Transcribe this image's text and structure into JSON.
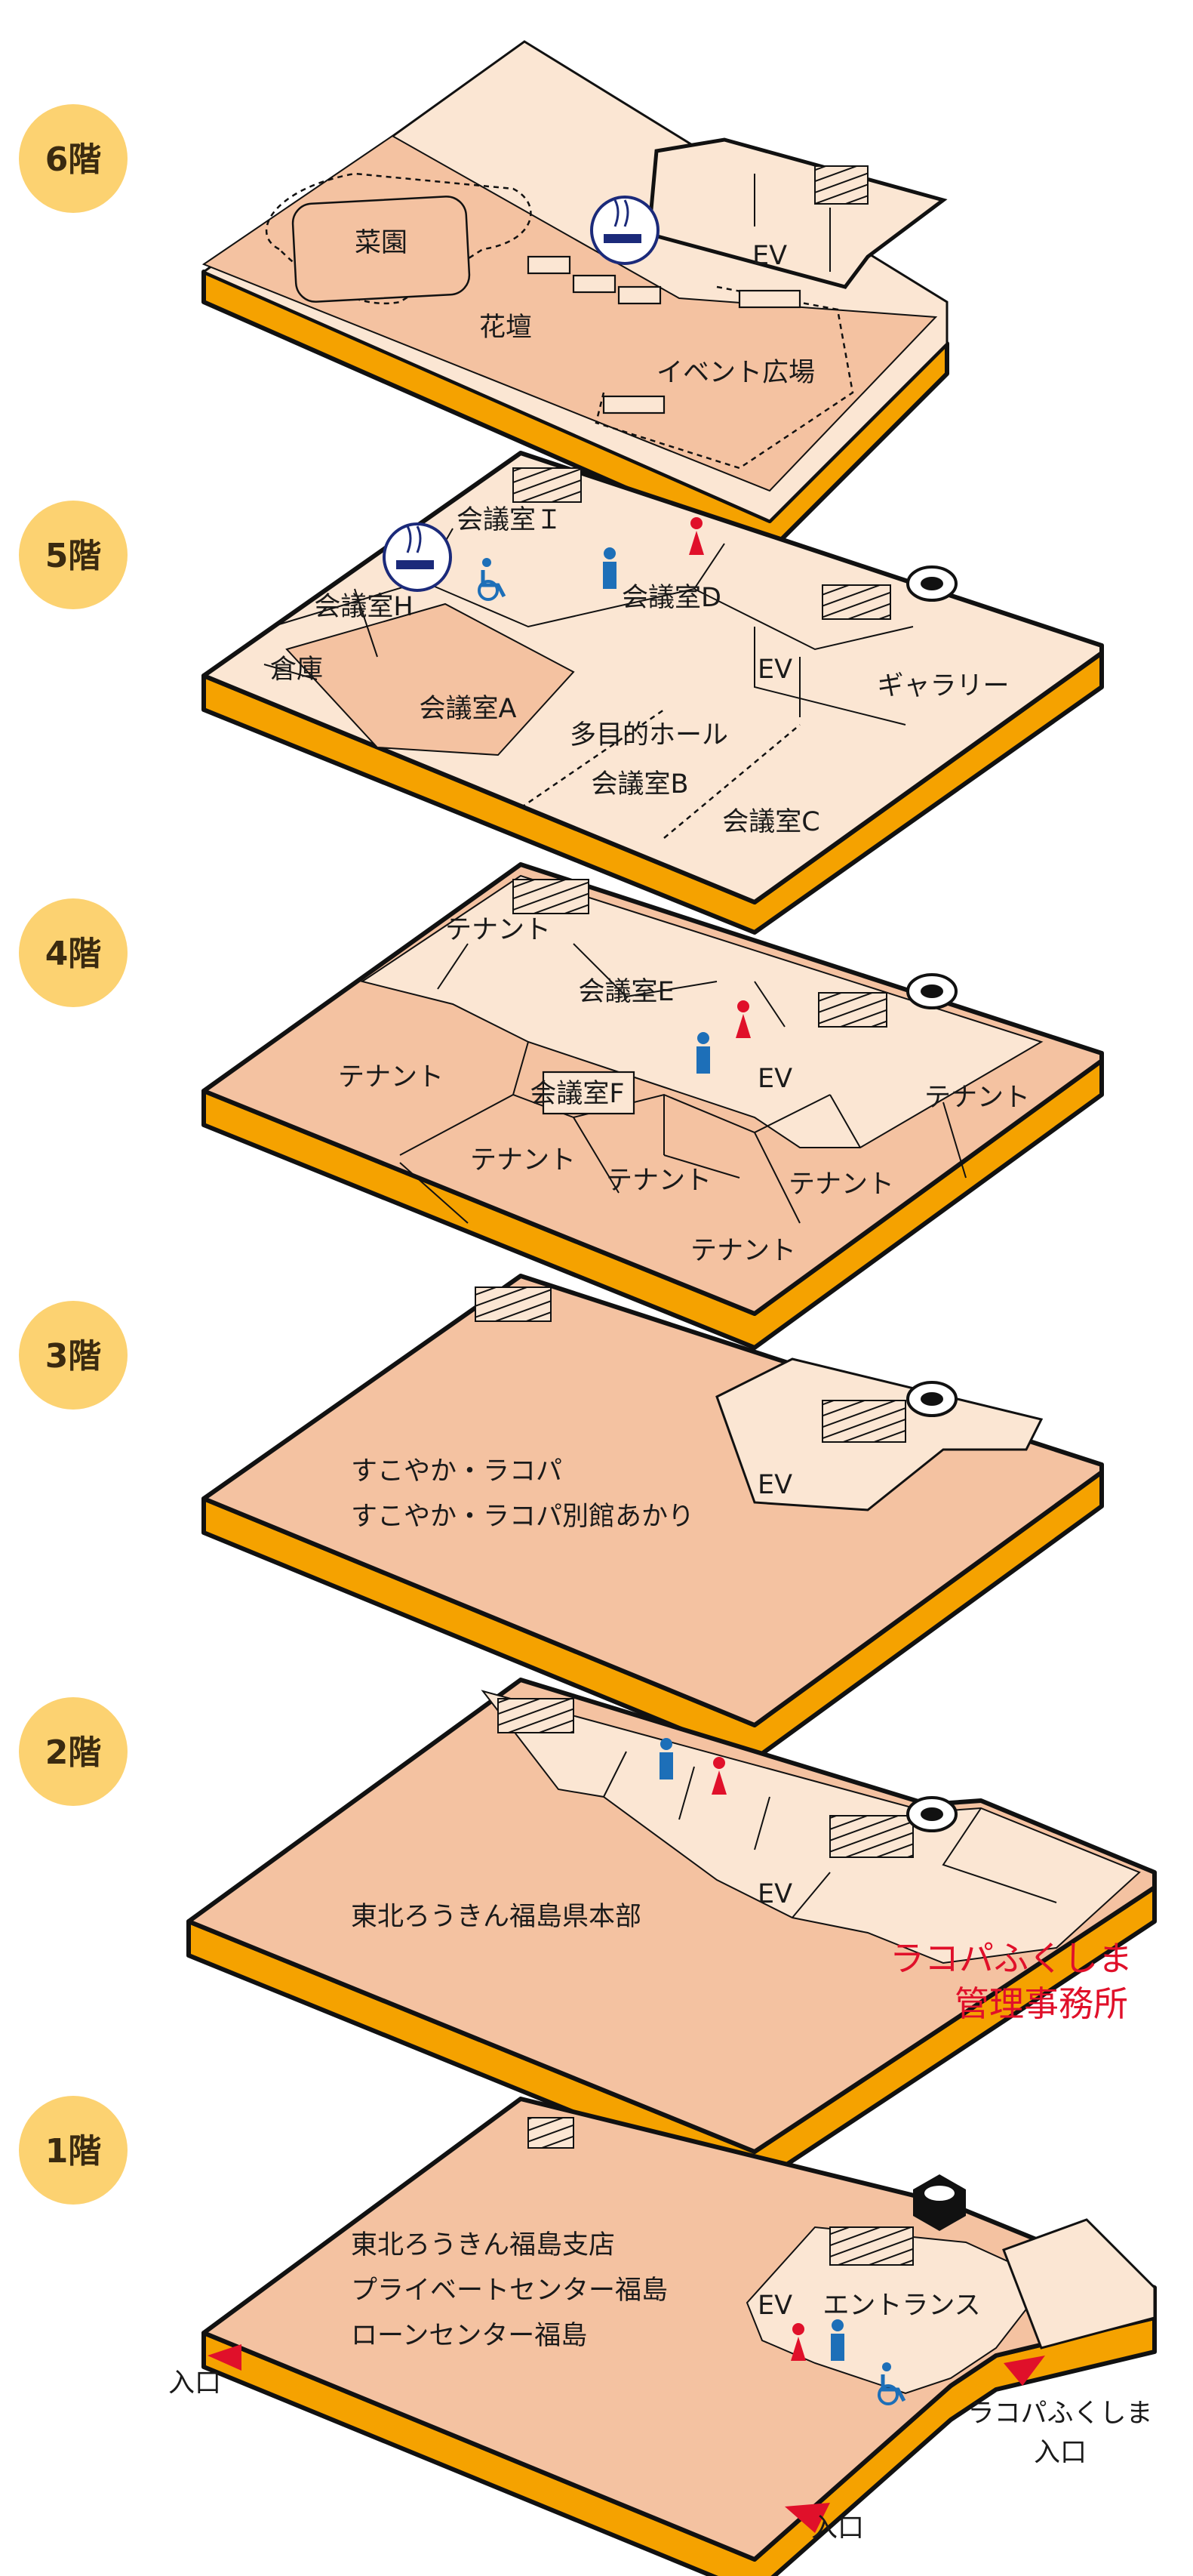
{
  "colors": {
    "floor_fill": "#f4c2a1",
    "floor_light": "#fbe6d3",
    "slab_orange": "#f5a200",
    "badge_fill": "#fcd271",
    "accent_red": "#e0102a",
    "accent_blue": "#1d6fb8",
    "navy": "#1b2a7a"
  },
  "floors": [
    {
      "label": "6階",
      "rooms": [
        "菜園",
        "花壇",
        "EV",
        "イベント広場"
      ]
    },
    {
      "label": "5階",
      "rooms": [
        "会議室Ｉ",
        "会議室H",
        "倉庫",
        "会議室D",
        "EV",
        "ギャラリー",
        "会議室A",
        "多目的ホール",
        "会議室B",
        "会議室C"
      ]
    },
    {
      "label": "4階",
      "rooms": [
        "テナント",
        "会議室E",
        "テナント",
        "会議室F",
        "EV",
        "テナント",
        "テナント",
        "テナント",
        "テナント",
        "テナント"
      ]
    },
    {
      "label": "3階",
      "rooms": [
        "EV",
        "すこやか・ラコパ",
        "すこやか・ラコパ別館あかり"
      ]
    },
    {
      "label": "2階",
      "rooms": [
        "東北ろうきん福島県本部",
        "EV",
        "ラコパふくしま",
        "管理事務所"
      ]
    },
    {
      "label": "1階",
      "rooms": [
        "東北ろうきん福島支店",
        "プライベートセンター福島",
        "ローンセンター福島",
        "EV",
        "エントランス",
        "入口",
        "入口",
        "ラコパふくしま",
        "入口"
      ]
    }
  ]
}
